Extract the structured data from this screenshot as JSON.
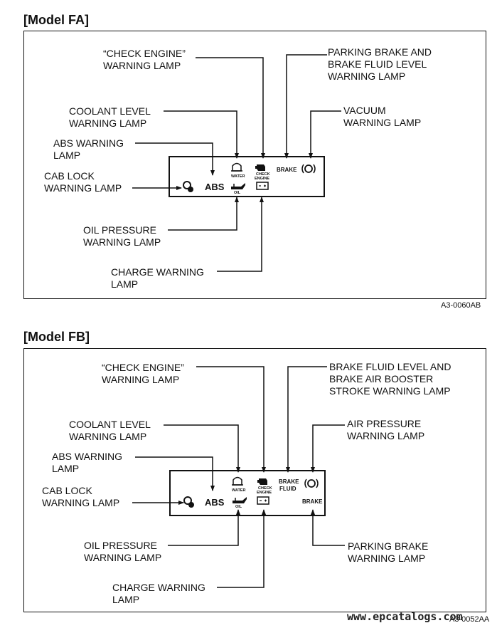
{
  "fa": {
    "title": "[Model FA]",
    "code": "A3-0060AB",
    "labels": {
      "check_engine_1": "“CHECK ENGINE”",
      "check_engine_2": "WARNING LAMP",
      "parking_1": "PARKING BRAKE AND",
      "parking_2": "BRAKE FLUID LEVEL",
      "parking_3": "WARNING LAMP",
      "coolant_1": "COOLANT LEVEL",
      "coolant_2": "WARNING LAMP",
      "vacuum_1": "VACUUM",
      "vacuum_2": "WARNING LAMP",
      "abs_1": "ABS WARNING",
      "abs_2": "LAMP",
      "cab_1": "CAB LOCK",
      "cab_2": "WARNING LAMP",
      "oil_1": "OIL PRESSURE",
      "oil_2": "WARNING LAMP",
      "charge_1": "CHARGE WARNING",
      "charge_2": "LAMP"
    },
    "panel": {
      "abs": "ABS",
      "water": "WATER",
      "check_1": "CHECK",
      "check_2": "ENGINE",
      "brake": "BRAKE",
      "oil": "OIL"
    }
  },
  "fb": {
    "title": "[Model FB]",
    "code": "A3-0052AA",
    "labels": {
      "check_engine_1": "“CHECK ENGINE”",
      "check_engine_2": "WARNING LAMP",
      "brake_fluid_1": "BRAKE FLUID LEVEL AND",
      "brake_fluid_2": "BRAKE AIR BOOSTER",
      "brake_fluid_3": "STROKE WARNING LAMP",
      "coolant_1": "COOLANT LEVEL",
      "coolant_2": "WARNING LAMP",
      "air_1": "AIR PRESSURE",
      "air_2": "WARNING LAMP",
      "abs_1": "ABS WARNING",
      "abs_2": "LAMP",
      "cab_1": "CAB LOCK",
      "cab_2": "WARNING LAMP",
      "oil_1": "OIL PRESSURE",
      "oil_2": "WARNING LAMP",
      "parking_1": "PARKING BRAKE",
      "parking_2": "WARNING LAMP",
      "charge_1": "CHARGE WARNING",
      "charge_2": "LAMP"
    },
    "panel": {
      "abs": "ABS",
      "water": "WATER",
      "check_1": "CHECK",
      "check_2": "ENGINE",
      "brake_fluid_1": "BRAKE",
      "brake_fluid_2": "FLUID",
      "brake": "BRAKE",
      "oil": "OIL"
    }
  },
  "watermark": "www.epcatalogs.com"
}
